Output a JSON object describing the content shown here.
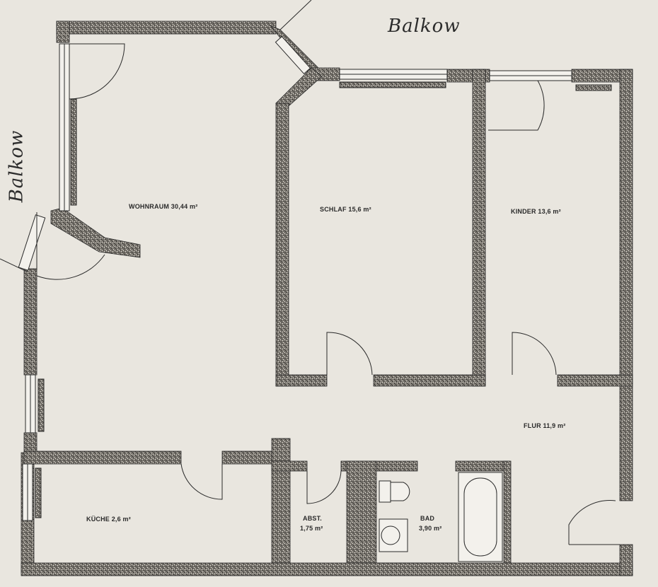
{
  "plan": {
    "annotations": {
      "balcony_top": "Balkow",
      "balcony_left": "Balkow"
    },
    "rooms": {
      "wohnraum": "WOHNRAUM 30,44 m²",
      "schlaf": "SCHLAF 15,6 m²",
      "kinder": "KINDER 13,6 m²",
      "flur": "FLUR 11,9 m²",
      "kueche": "KÜCHE 2,6 m²",
      "abst_name": "ABST.",
      "abst_area": "1,75 m²",
      "bad_name": "BAD",
      "bad_area": "3,90 m²"
    }
  },
  "colors": {
    "paper": "#e9e6df",
    "wall": "#6e6a63",
    "ink": "#2a2a2a"
  }
}
